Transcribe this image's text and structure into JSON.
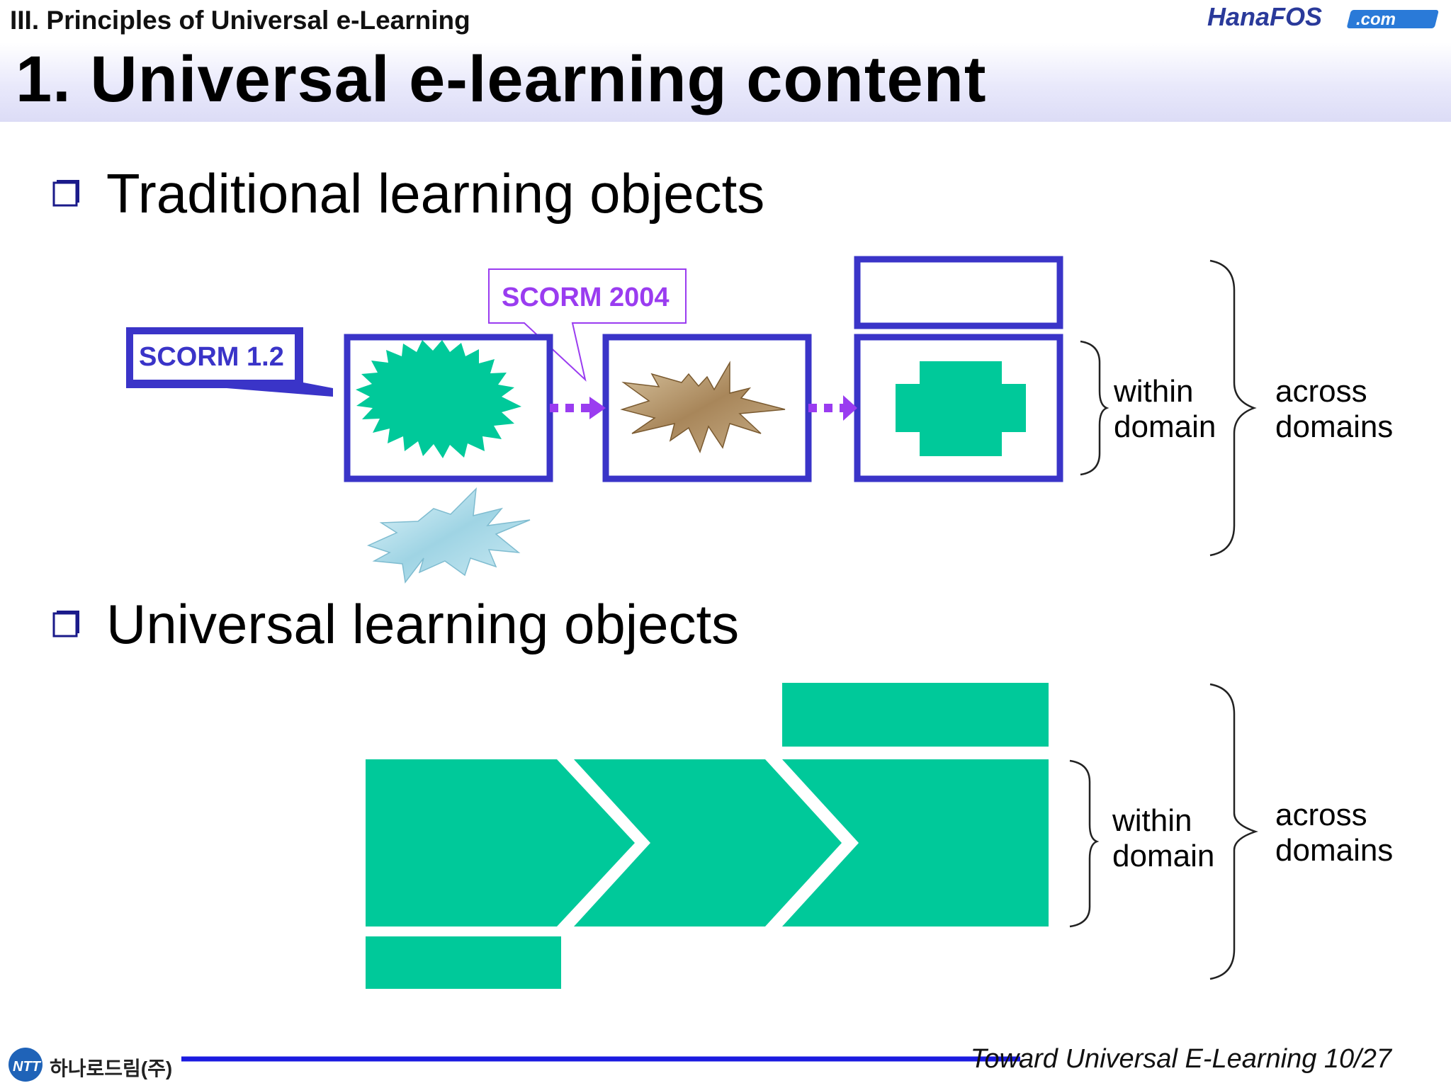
{
  "header": {
    "section_title": "III. Principles of Universal e-Learning",
    "slide_title": "1. Universal e-learning content",
    "logo_text": "HanaFOS",
    "logo_suffix": ".com"
  },
  "bullets": [
    {
      "text": "Traditional learning objects"
    },
    {
      "text": "Universal learning objects"
    }
  ],
  "traditional": {
    "scorm12_label": "SCORM 1.2",
    "scorm2004_label": "SCORM 2004",
    "within_label_1": "within",
    "within_label_2": "domain",
    "across_label_1": "across",
    "across_label_2": "domains"
  },
  "universal": {
    "within_label_1": "within",
    "within_label_2": "domain",
    "across_label_1": "across",
    "across_label_2": "domains"
  },
  "footer": {
    "company_text": "하나로드림(주)",
    "page_text": "Toward Universal E-Learning 10/27"
  },
  "colors": {
    "frame_blue": "#3a34c8",
    "teal": "#00c99a",
    "purple": "#9a3cf0",
    "footer_line": "#1a1ae0"
  }
}
